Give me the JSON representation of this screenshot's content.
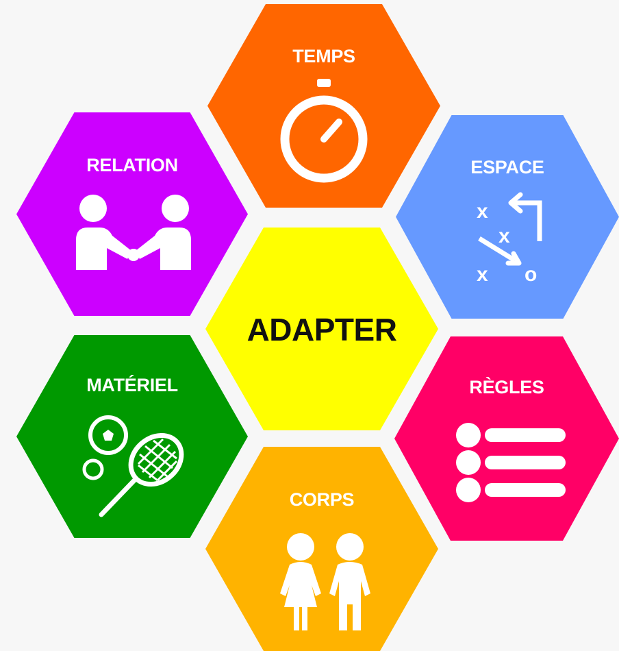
{
  "center": {
    "label": "ADAPTER",
    "color": "#ffff00"
  },
  "hexagons": [
    {
      "id": "temps",
      "label": "TEMPS",
      "color": "#ff6600",
      "icon": "stopwatch-icon"
    },
    {
      "id": "espace",
      "label": "ESPACE",
      "color": "#6699ff",
      "icon": "tactics-diagram-icon"
    },
    {
      "id": "regles",
      "label": "RÈGLES",
      "color": "#ff0066",
      "icon": "list-icon"
    },
    {
      "id": "corps",
      "label": "CORPS",
      "color": "#ffb300",
      "icon": "children-icon"
    },
    {
      "id": "materiel",
      "label": "MATÉRIEL",
      "color": "#009900",
      "icon": "sports-equipment-icon"
    },
    {
      "id": "relation",
      "label": "RELATION",
      "color": "#cc00ff",
      "icon": "handshake-icon"
    }
  ]
}
